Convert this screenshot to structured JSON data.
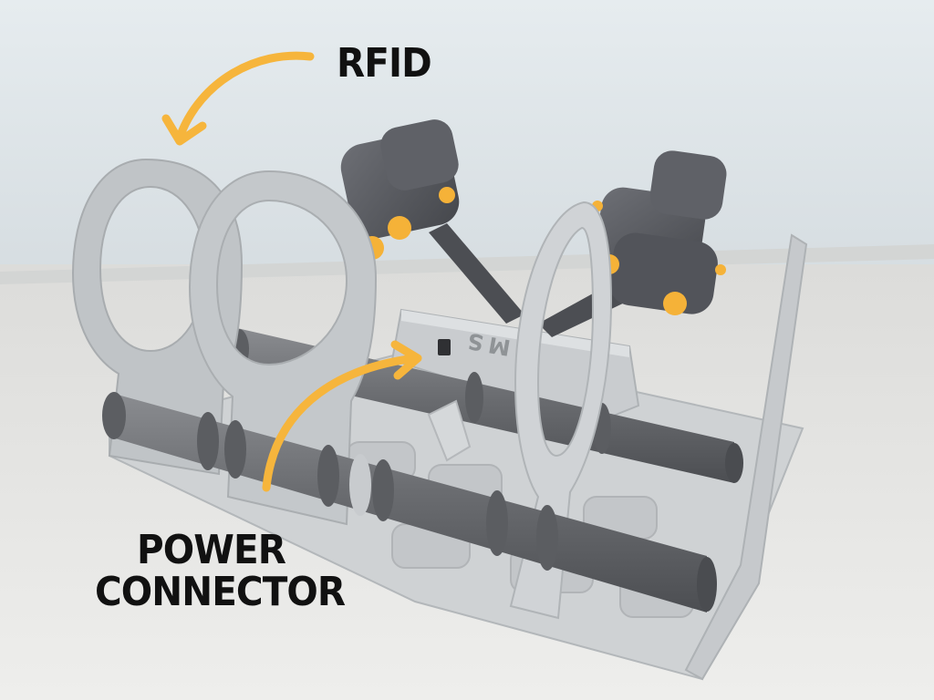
{
  "annotations": {
    "rfid": "RFID",
    "power_line1": "POWER",
    "power_line2": "CONNECTOR"
  },
  "device": {
    "base_label": "AMS"
  },
  "colors": {
    "wall": "#dfe6ea",
    "table": "#e4e4e1",
    "frame": "#bfc3c6",
    "roller": "#6d6f73",
    "smoked_plastic": "#5b5d63",
    "accent_orange": "#f5b238",
    "arrow": "#f6b53c",
    "label_text": "#111111"
  }
}
